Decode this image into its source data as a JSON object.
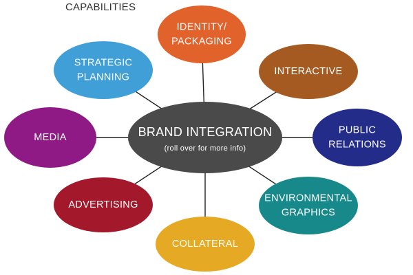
{
  "heading": "CAPABILITIES",
  "center": {
    "line1": "BRAND INTEGRATION",
    "line2": "(roll over for more info)",
    "color": "#4a4a4a"
  },
  "nodes": [
    {
      "id": "identity-packaging",
      "lines": [
        "IDENTITY/",
        "PACKAGING"
      ],
      "color": "#e2622b"
    },
    {
      "id": "interactive",
      "lines": [
        "INTERACTIVE"
      ],
      "color": "#a55a22"
    },
    {
      "id": "public-relations",
      "lines": [
        "PUBLIC",
        "RELATIONS"
      ],
      "color": "#242c8a"
    },
    {
      "id": "environmental-graphics",
      "lines": [
        "ENVIRONMENTAL",
        "GRAPHICS"
      ],
      "color": "#17898a"
    },
    {
      "id": "collateral",
      "lines": [
        "COLLATERAL"
      ],
      "color": "#e6a924"
    },
    {
      "id": "advertising",
      "lines": [
        "ADVERTISING"
      ],
      "color": "#a3182a"
    },
    {
      "id": "media",
      "lines": [
        "MEDIA"
      ],
      "color": "#8f1a86"
    },
    {
      "id": "strategic-planning",
      "lines": [
        "STRATEGIC",
        "PLANNING"
      ],
      "color": "#3f9fd6"
    }
  ]
}
